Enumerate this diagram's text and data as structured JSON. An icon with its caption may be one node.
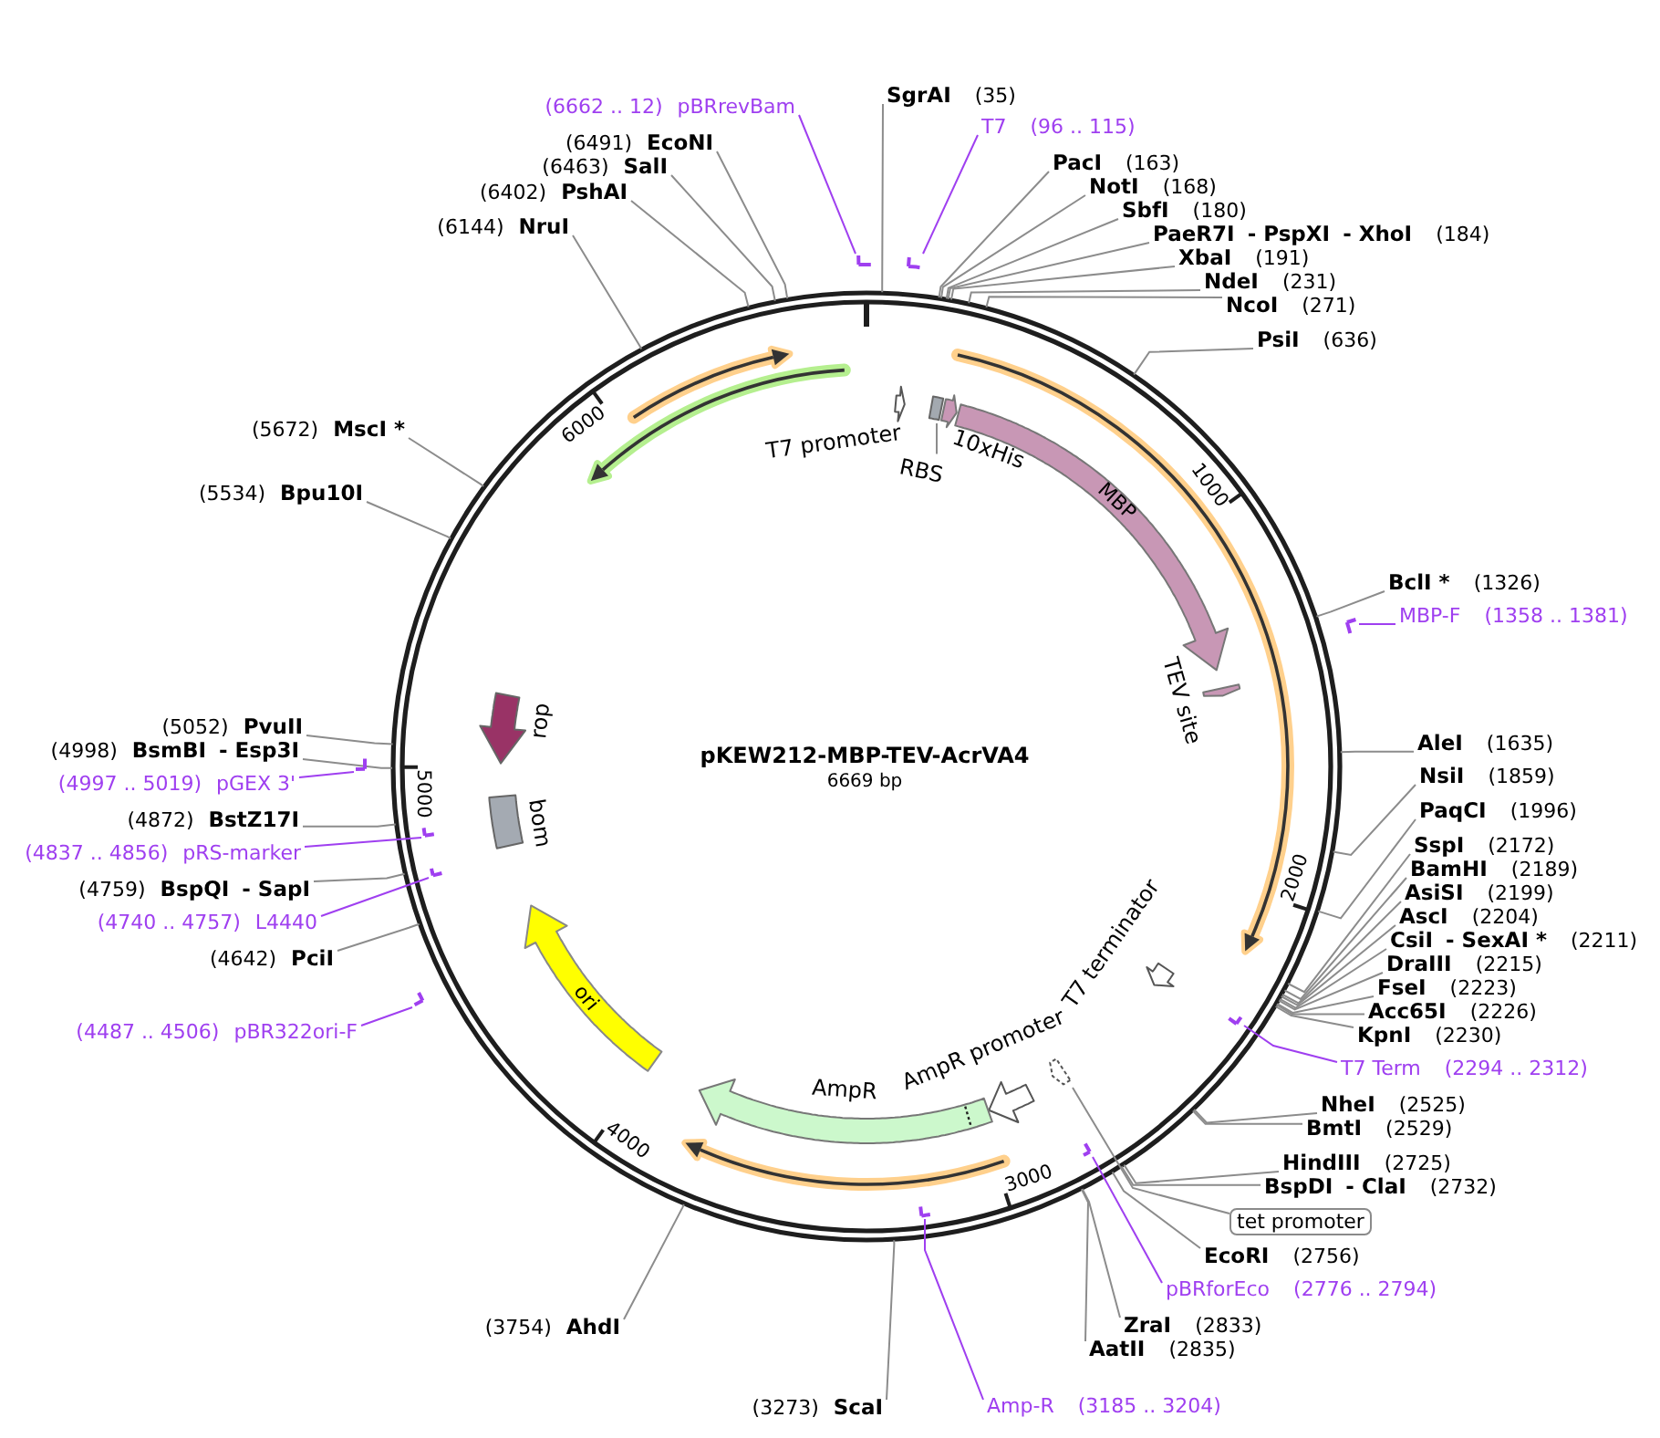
{
  "diagram": {
    "title": "pKEW212-MBP-TEV-AcrVA4",
    "nodes": [
      {
        "text": [
          "(6662 .. 12)",
          "pBRrevBam"
        ]
      },
      {
        "text": [],
        "shape": "bar"
      },
      {
        "text": [
          "SgrAI",
          "(35)"
        ]
      },
      {
        "text": [
          "T7",
          "(96 .. 115)"
        ]
      },
      {
        "text": [],
        "shape": "bar"
      },
      {
        "text": [
          "PacI",
          "(163)"
        ]
      },
      {
        "text": [
          "NotI",
          "(168)"
        ]
      },
      {
        "text": [
          "SbfI",
          "(180)"
        ]
      },
      {
        "text": [
          "PaeR7I",
          "- PspXI",
          "- XhoI",
          "(184)"
        ]
      },
      {
        "text": [
          "XbaI",
          "(191)"
        ]
      },
      {
        "text": [
          "NdeI",
          "(231)"
        ]
      },
      {
        "text": [
          "NcoI",
          "(271)"
        ]
      },
      {
        "text": [
          "PsiI",
          "(636)"
        ]
      },
      {
        "text": [
          "BclI *",
          "(1326)"
        ]
      },
      {
        "text": [
          "MBP-F",
          "(1358 .. 1381)"
        ]
      },
      {
        "text": [],
        "shape": "bar"
      },
      {
        "text": [
          "AleI",
          "(1635)"
        ]
      },
      {
        "text": [
          "NsiI",
          "(1859)"
        ]
      },
      {
        "text": [
          "PaqCI",
          "(1996)"
        ]
      },
      {
        "text": [
          "SspI",
          "(2172)"
        ]
      },
      {
        "text": [
          "BamHI",
          "(2189)"
        ]
      },
      {
        "text": [
          "AsiSI",
          "(2199)"
        ]
      },
      {
        "text": [
          "AscI",
          "(2204)"
        ]
      },
      {
        "text": [
          "CsiI",
          "- SexAI *",
          "(2211)"
        ]
      },
      {
        "text": [
          "DraIII",
          "(2215)"
        ]
      },
      {
        "text": [
          "FseI",
          "(2223)"
        ]
      },
      {
        "text": [
          "Acc65I",
          "(2226)"
        ]
      },
      {
        "text": [
          "KpnI",
          "(2230)"
        ]
      },
      {
        "text": [
          "T7 Term",
          "(2294 .. 2312)"
        ]
      },
      {
        "text": [],
        "shape": "bar"
      },
      {
        "text": [
          "NheI",
          "(2525)"
        ]
      },
      {
        "text": [
          "BmtI",
          "(2529)"
        ]
      },
      {
        "text": [
          "HindIII",
          "(2725)"
        ]
      },
      {
        "text": [
          "BspDI",
          "- ClaI",
          "(2732)"
        ]
      },
      {
        "text": [
          "tet promoter"
        ]
      },
      {
        "text": [
          "EcoRI",
          "(2756)"
        ]
      },
      {
        "text": [
          "pBRforEco",
          "(2776 .. 2794)"
        ]
      },
      {
        "text": [],
        "shape": "bar"
      },
      {
        "text": [
          "ZraI",
          "(2833)"
        ]
      },
      {
        "text": [
          "AatII",
          "(2835)"
        ]
      },
      {
        "text": [
          "Amp-R",
          "(3185 .. 3204)"
        ]
      },
      {
        "text": [],
        "shape": "bar"
      },
      {
        "text": [
          "(3273)",
          "ScaI"
        ]
      },
      {
        "text": [
          "(3754)",
          "AhdI"
        ]
      },
      {
        "text": [
          "(4487 .. 4506)",
          "pBR322ori-F"
        ]
      },
      {
        "text": [],
        "shape": "bar"
      },
      {
        "text": [
          "(4642)",
          "PciI"
        ]
      },
      {
        "text": [
          "(4740 .. 4757)",
          "L4440"
        ]
      },
      {
        "text": [],
        "shape": "bar"
      },
      {
        "text": [
          "(4759)",
          "BspQI",
          "- SapI"
        ]
      },
      {
        "text": [
          "(4837 .. 4856)",
          "pRS-marker"
        ]
      },
      {
        "text": [],
        "shape": "bar"
      },
      {
        "text": [
          "(4872)",
          "BstZ17I"
        ]
      },
      {
        "text": [
          "(4997 .. 5019)",
          "pGEX 3'"
        ]
      },
      {
        "text": [],
        "shape": "bar"
      },
      {
        "text": [
          "(4998)",
          "BsmBI",
          "- Esp3I"
        ]
      },
      {
        "text": [
          "(5052)",
          "PvuII"
        ]
      },
      {
        "text": [
          "(5534)",
          "Bpu10I"
        ]
      },
      {
        "text": [
          "(5672)",
          "MscI *"
        ]
      },
      {
        "text": [
          "(6144)",
          "NruI"
        ]
      },
      {
        "text": [
          "(6402)",
          "PshAI"
        ]
      },
      {
        "text": [
          "(6463)",
          "SalI"
        ]
      },
      {
        "text": [
          "(6491)",
          "EcoNI"
        ]
      },
      {
        "text": [],
        "shape": "arrow",
        "beside": [
          "T7 promoter"
        ]
      },
      {
        "text": [],
        "shape": "box"
      },
      {
        "text": [
          "RBS"
        ]
      },
      {
        "text": [],
        "shape": "arrow",
        "beside": [
          "10xHis"
        ]
      },
      {
        "text": [
          "MBP"
        ]
      },
      {
        "text": [],
        "shape": "arrow",
        "beside": [
          "TEV site"
        ]
      },
      {
        "text": [],
        "shape": "arrow",
        "beside": [
          "T7 terminator"
        ]
      },
      {
        "text": [],
        "shape": "arrow"
      },
      {
        "text": [],
        "shape": "arrow",
        "beside": [
          "AmpR promoter"
        ]
      },
      {
        "text": [],
        "shape": "arrow",
        "beside": [
          "AmpR"
        ]
      },
      {
        "text": [
          "ori"
        ]
      },
      {
        "text": [],
        "shape": "box",
        "beside": [
          "bom"
        ]
      },
      {
        "text": [],
        "shape": "arrow",
        "beside": [
          "rop"
        ]
      }
    ],
    "edges": [
      {
        "from": 0,
        "to": 1,
        "arrow": "none",
        "color": "#9f3ff0"
      },
      {
        "from": 2,
        "to": null,
        "arrow": "none"
      },
      {
        "from": 3,
        "to": 4,
        "arrow": "none",
        "color": "#9f3ff0"
      },
      {
        "from": 5,
        "to": null,
        "arrow": "none"
      },
      {
        "from": 6,
        "to": null,
        "arrow": "none"
      },
      {
        "from": 7,
        "to": null,
        "arrow": "none"
      },
      {
        "from": 8,
        "to": null,
        "arrow": "none"
      },
      {
        "from": 9,
        "to": null,
        "arrow": "none"
      },
      {
        "from": 10,
        "to": null,
        "arrow": "none"
      },
      {
        "from": 11,
        "to": null,
        "arrow": "none"
      },
      {
        "from": 12,
        "to": null,
        "arrow": "none"
      },
      {
        "from": 13,
        "to": null,
        "arrow": "none"
      },
      {
        "from": 14,
        "to": 15,
        "arrow": "none",
        "color": "#9f3ff0"
      },
      {
        "from": 16,
        "to": null,
        "arrow": "none"
      },
      {
        "from": 17,
        "to": null,
        "arrow": "none"
      },
      {
        "from": 18,
        "to": null,
        "arrow": "none"
      },
      {
        "from": 19,
        "to": null,
        "arrow": "none"
      },
      {
        "from": 20,
        "to": null,
        "arrow": "none"
      },
      {
        "from": 21,
        "to": null,
        "arrow": "none"
      },
      {
        "from": 22,
        "to": null,
        "arrow": "none"
      },
      {
        "from": 23,
        "to": null,
        "arrow": "none"
      },
      {
        "from": 24,
        "to": null,
        "arrow": "none"
      },
      {
        "from": 25,
        "to": null,
        "arrow": "none"
      },
      {
        "from": 26,
        "to": null,
        "arrow": "none"
      },
      {
        "from": 27,
        "to": null,
        "arrow": "none"
      },
      {
        "from": 28,
        "to": 29,
        "arrow": "none",
        "color": "#9f3ff0"
      },
      {
        "from": 30,
        "to": null,
        "arrow": "none"
      },
      {
        "from": 31,
        "to": null,
        "arrow": "none"
      },
      {
        "from": 32,
        "to": null,
        "arrow": "none"
      },
      {
        "from": 33,
        "to": null,
        "arrow": "none"
      },
      {
        "from": 34,
        "to": 70,
        "arrow": "none"
      },
      {
        "from": 35,
        "to": null,
        "arrow": "none"
      },
      {
        "from": 36,
        "to": 37,
        "arrow": "none",
        "color": "#9f3ff0"
      },
      {
        "from": 38,
        "to": null,
        "arrow": "none"
      },
      {
        "from": 39,
        "to": null,
        "arrow": "none"
      },
      {
        "from": 40,
        "to": 41,
        "arrow": "none",
        "color": "#9f3ff0"
      },
      {
        "from": 42,
        "to": null,
        "arrow": "none"
      },
      {
        "from": 43,
        "to": null,
        "arrow": "none"
      },
      {
        "from": 44,
        "to": 45,
        "arrow": "none",
        "color": "#9f3ff0"
      },
      {
        "from": 46,
        "to": null,
        "arrow": "none"
      },
      {
        "from": 47,
        "to": 48,
        "arrow": "none",
        "color": "#9f3ff0"
      },
      {
        "from": 49,
        "to": null,
        "arrow": "none"
      },
      {
        "from": 50,
        "to": 51,
        "arrow": "none",
        "color": "#9f3ff0"
      },
      {
        "from": 52,
        "to": null,
        "arrow": "none"
      },
      {
        "from": 53,
        "to": 54,
        "arrow": "none",
        "color": "#9f3ff0"
      },
      {
        "from": 55,
        "to": null,
        "arrow": "none"
      },
      {
        "from": 56,
        "to": null,
        "arrow": "none"
      },
      {
        "from": 57,
        "to": null,
        "arrow": "none"
      },
      {
        "from": 58,
        "to": null,
        "arrow": "none"
      },
      {
        "from": 59,
        "to": null,
        "arrow": "none"
      },
      {
        "from": 60,
        "to": null,
        "arrow": "none"
      },
      {
        "from": 61,
        "to": null,
        "arrow": "none"
      },
      {
        "from": 62,
        "to": null,
        "arrow": "none"
      },
      {
        "from": 65,
        "to": 64,
        "arrow": "none"
      }
    ],
    "labels": [
      "6669 bp",
      "1000",
      "2000",
      "3000",
      "4000",
      "5000",
      "6000"
    ]
  }
}
